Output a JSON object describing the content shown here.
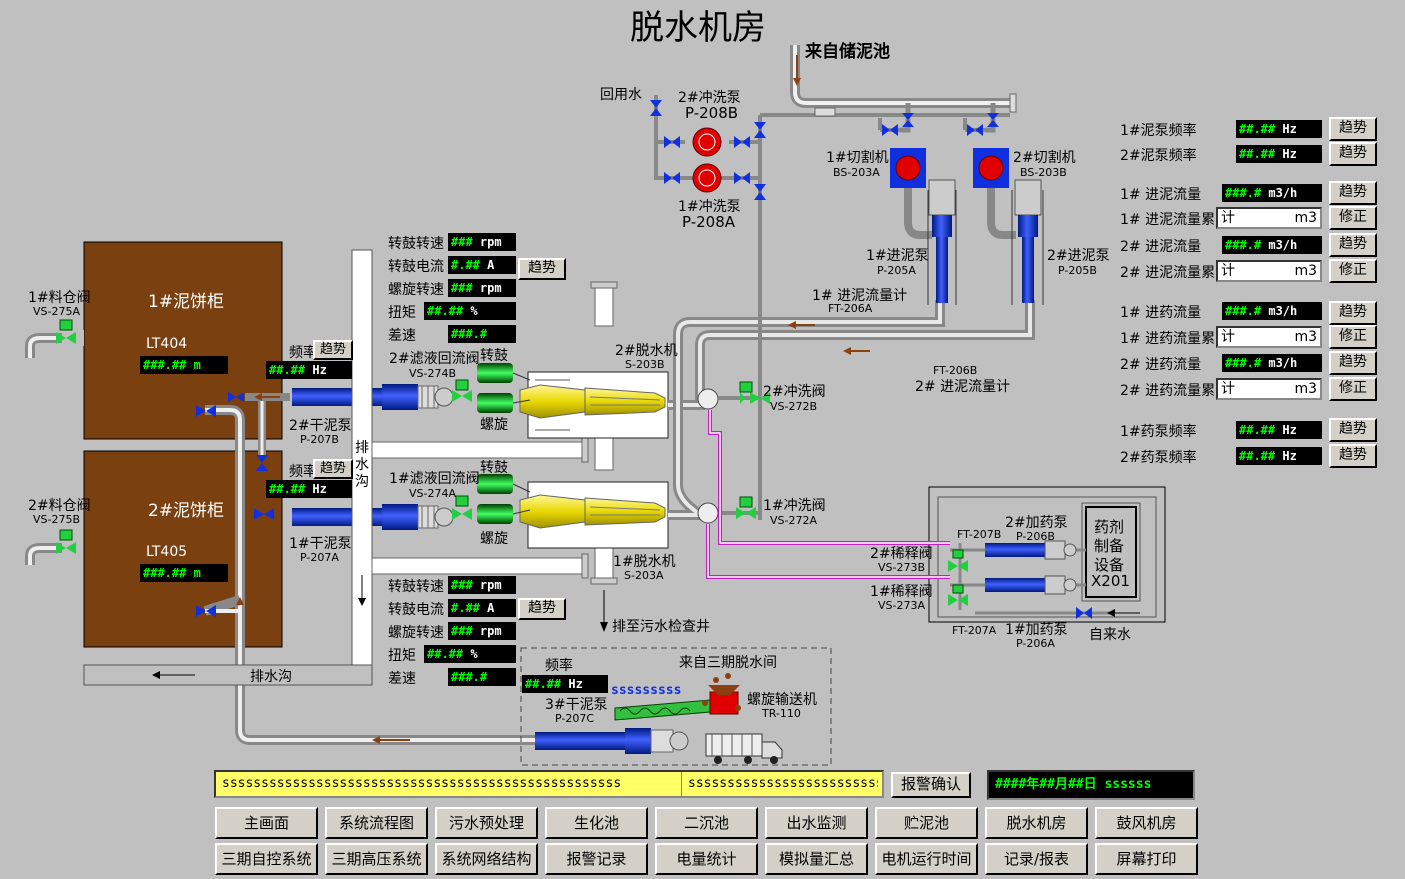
{
  "title": "脱水机房",
  "source_label": "来自储泥池",
  "recycle_water": "回用水",
  "flush_pump_2": {
    "name": "2#冲洗泵",
    "tag": "P-208B"
  },
  "flush_pump_1": {
    "name": "1#冲洗泵",
    "tag": "P-208A"
  },
  "cutter_1": {
    "name": "1#切割机",
    "tag": "BS-203A"
  },
  "cutter_2": {
    "name": "2#切割机",
    "tag": "BS-203B"
  },
  "feed_pump_1": {
    "name": "1#进泥泵",
    "tag": "P-205A"
  },
  "feed_pump_2": {
    "name": "2#进泥泵",
    "tag": "P-205B"
  },
  "flowmeter_1": {
    "name": "1# 进泥流量计",
    "tag": "FT-206A"
  },
  "flowmeter_2": {
    "name": "2# 进泥流量计",
    "tag": "FT-206B"
  },
  "dewater_2": {
    "name": "2#脱水机",
    "tag": "S-203B"
  },
  "dewater_1": {
    "name": "1#脱水机",
    "tag": "S-203A"
  },
  "flush_valve_2": {
    "name": "2#冲洗阀",
    "tag": "VS-272B"
  },
  "flush_valve_1": {
    "name": "1#冲洗阀",
    "tag": "VS-272A"
  },
  "filtrate_2": {
    "name": "2#滤液回流阀",
    "tag": "VS-274B"
  },
  "filtrate_1": {
    "name": "1#滤液回流阀",
    "tag": "VS-274A"
  },
  "drum_label": "转鼓",
  "screw_label": "螺旋",
  "dry_pump_2": {
    "name": "2#干泥泵",
    "tag": "P-207B"
  },
  "dry_pump_1": {
    "name": "1#干泥泵",
    "tag": "P-207A"
  },
  "dry_pump_3": {
    "name": "3#干泥泵",
    "tag": "P-207C"
  },
  "freq_label": "频率",
  "cake_2": {
    "name": "2#泥饼柜",
    "level_tag": "LT405",
    "level": "###.## m"
  },
  "cake_1": {
    "name": "1#泥饼柜",
    "level_tag": "LT404",
    "level": "###.## m"
  },
  "silo_valve_1": {
    "name": "1#料仓阀",
    "tag": "VS-275A"
  },
  "silo_valve_2": {
    "name": "2#料仓阀",
    "tag": "VS-275B"
  },
  "drain_ditch": "排水沟",
  "drain_ditch_v": "排水沟",
  "to_sewer": "排至污水检查井",
  "from_phase3": "来自三期脱水间",
  "conveyor": {
    "name": "螺旋输送机",
    "tag": "TR-110"
  },
  "conveyor_marks": "sssssssss",
  "dosing_pump_2": {
    "name": "2#加药泵",
    "tag": "P-206B"
  },
  "dosing_pump_1": {
    "name": "1#加药泵",
    "tag": "P-206A"
  },
  "ft207b": "FT-207B",
  "ft207a": "FT-207A",
  "dilute_2": {
    "name": "2#稀释阀",
    "tag": "VS-273B"
  },
  "dilute_1": {
    "name": "1#稀释阀",
    "tag": "VS-273A"
  },
  "chem_prep": {
    "line1": "药剂",
    "line2": "制备",
    "line3": "设备",
    "tag": "X201"
  },
  "tap_water": "自来水",
  "trend": "趋势",
  "fix": "修正",
  "rpm_val": "###",
  "rpm_u": "rpm",
  "a_val": "#.##",
  "a_u": "A",
  "pct_val": "##.##",
  "pct_u": "%",
  "diff_val": "###.#",
  "hz_val": "##.##",
  "hz_u": "Hz",
  "m3h_val": "###.#",
  "m3h_u": "m3/h",
  "m3_u": "m3",
  "calc": "计",
  "params_top": [
    {
      "label": "转鼓转速"
    },
    {
      "label": "转鼓电流"
    },
    {
      "label": "螺旋转速"
    },
    {
      "label": "扭矩"
    },
    {
      "label": "差速"
    }
  ],
  "params_bottom": [
    {
      "label": "转鼓转速"
    },
    {
      "label": "转鼓电流"
    },
    {
      "label": "螺旋转速"
    },
    {
      "label": "扭矩"
    },
    {
      "label": "差速"
    }
  ],
  "right_panel": [
    {
      "label": "1#泥泵频率"
    },
    {
      "label": "2#泥泵频率"
    },
    {
      "label": "1# 进泥流量"
    },
    {
      "label": "1# 进泥流量累"
    },
    {
      "label": "2# 进泥流量"
    },
    {
      "label": "2# 进泥流量累"
    },
    {
      "label": "1# 进药流量"
    },
    {
      "label": "1# 进药流量累"
    },
    {
      "label": "2# 进药流量"
    },
    {
      "label": "2# 进药流量累"
    },
    {
      "label": "1#药泵频率"
    },
    {
      "label": "2#药泵频率"
    }
  ],
  "alarm_bar": {
    "msg1": "sssssssssssssssssssssssssssssssssssssssssssssssssss",
    "msg2": "ssssssssssssssssssssssssss",
    "confirm": "报警确认",
    "datetime": "####年##月##日 ssssss"
  },
  "nav_row1": [
    "主画面",
    "系统流程图",
    "污水预处理",
    "生化池",
    "二沉池",
    "出水监测",
    "贮泥池",
    "脱水机房",
    "鼓风机房"
  ],
  "nav_row2": [
    "三期自控系统",
    "三期高压系统",
    "系统网络结构",
    "报警记录",
    "电量统计",
    "模拟量汇总",
    "电机运行时间",
    "记录/报表",
    "屏幕打印"
  ],
  "colors": {
    "background": "#c0c0c0",
    "tank": "#7a4010",
    "pump_blue": "#0a22c8",
    "display_green": "#00ff00",
    "pipe": "#d8d8d8",
    "chem_pipe": "#c020c0"
  }
}
